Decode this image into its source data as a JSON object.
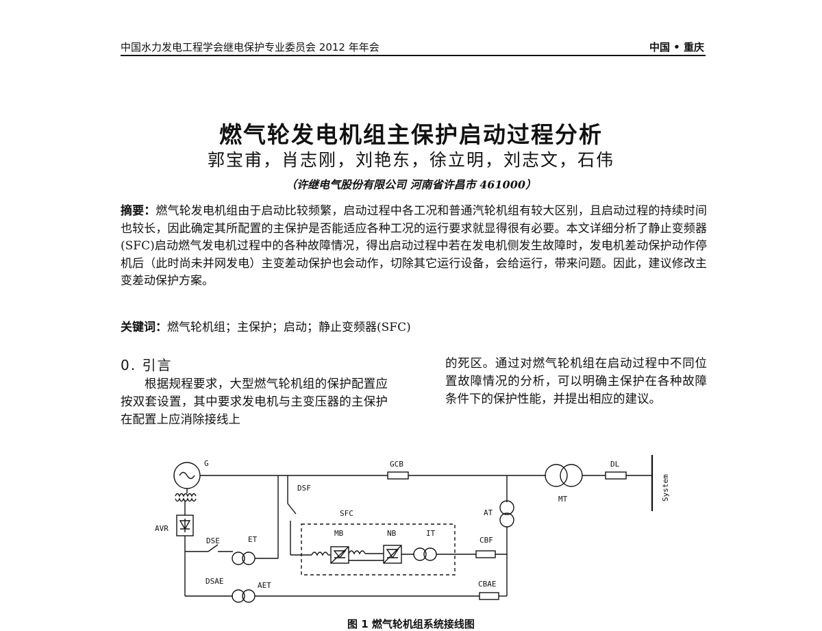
{
  "header": {
    "left": "中国水力发电工程学会继电保护专业委员会 2012 年年会",
    "right": "中国 • 重庆"
  },
  "paper": {
    "title": "燃气轮发电机组主保护启动过程分析",
    "authors": "郭宝甫，肖志刚，刘艳东，徐立明，刘志文，石伟",
    "affiliation": "（许继电气股份有限公司 河南省许昌市 461000）"
  },
  "abstract": {
    "label": "摘要：",
    "text": "燃气轮发电机组由于启动比较频繁，启动过程中各工况和普通汽轮机组有较大区别，且启动过程的持续时间也较长，因此确定其所配置的主保护是否能适应各种工况的运行要求就显得很有必要。本文详细分析了静止变频器(SFC)启动燃气发电机过程中的各种故障情况，得出启动过程中若在发电机侧发生故障时，发电机差动保护动作停机后（此时尚未并网发电）主变差动保护也会动作，切除其它运行设备，会给运行，带来问题。因此，建议修改主变差动保护方案。"
  },
  "keywords": {
    "label": "关键词：",
    "text": "燃气轮机组；主保护；启动；静止变频器(SFC)"
  },
  "section": {
    "heading": "0. 引言",
    "left_text": "根据规程要求，大型燃气轮机组的保护配置应按双套设置，其中要求发电机与主变压器的主保护在配置上应消除接线上",
    "right_text": "的死区。通过对燃气轮机组在启动过程中不同位置故障情况的分析，可以明确主保护在各种故障条件下的保护性能，并提出相应的建议。"
  },
  "diagram": {
    "labels": {
      "g": "G",
      "gcb": "GCB",
      "dl": "DL",
      "system": "System",
      "mt": "MT",
      "dsf": "DSF",
      "sfc": "SFC",
      "at": "AT",
      "avr": "AVR",
      "dse": "DSE",
      "et": "ET",
      "mb": "MB",
      "nb": "NB",
      "it": "IT",
      "cbf": "CBF",
      "dsae": "DSAE",
      "aet": "AET",
      "cbae": "CBAE"
    },
    "caption": "图 1 燃气轮机组系统接线图"
  }
}
